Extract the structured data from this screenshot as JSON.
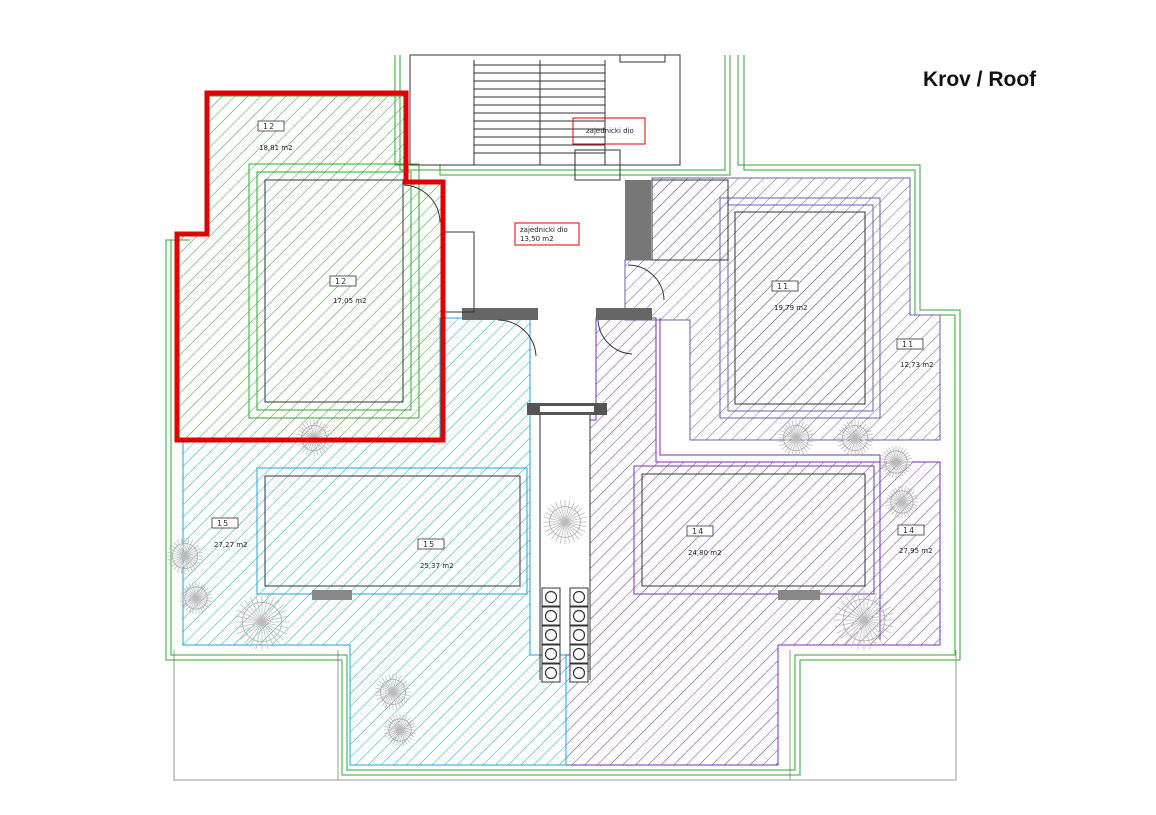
{
  "title": "Krov / Roof",
  "rooms": {
    "r12_outer": {
      "number": "12",
      "area": "18,81 m2"
    },
    "r12_inner": {
      "number": "12",
      "area": "17,05 m2"
    },
    "r11_inner": {
      "number": "11",
      "area": "19,79 m2"
    },
    "r11_outer": {
      "number": "11",
      "area": "12,73 m2"
    },
    "r15_outer": {
      "number": "15",
      "area": "27,27 m2"
    },
    "r15_inner": {
      "number": "15",
      "area": "25,37 m2"
    },
    "r14_inner": {
      "number": "14",
      "area": "24,80 m2"
    },
    "r14_outer": {
      "number": "14",
      "area": "27,95 m2"
    }
  },
  "common": {
    "top_label": "zajednicki dio",
    "hall_label": "zajednicki dio",
    "hall_area": "13,50 m2"
  },
  "colors": {
    "green": "#2fa52f",
    "blue": "#18a6d8",
    "purple": "#7a2fb0",
    "highlight": "#e00000",
    "wall": "#555555"
  }
}
